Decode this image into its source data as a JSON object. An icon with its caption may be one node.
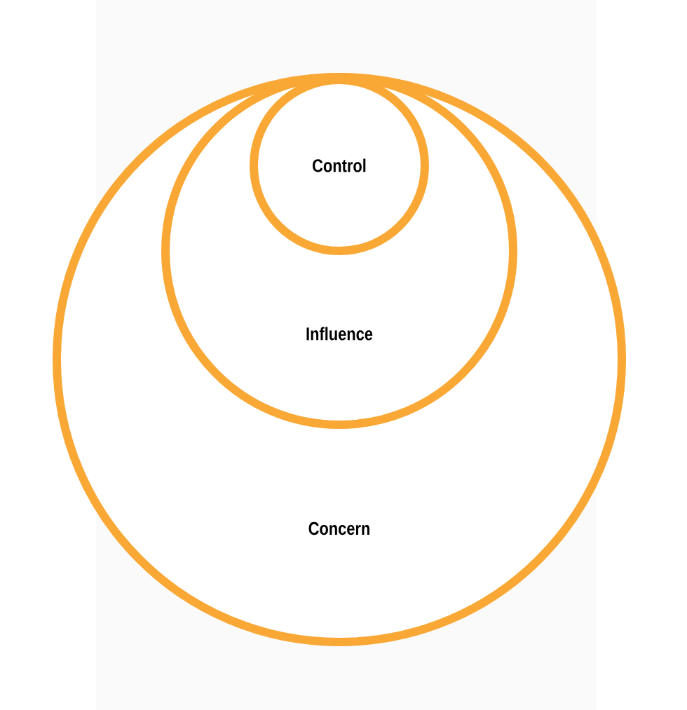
{
  "diagram": {
    "nodes": [
      {
        "text": [
          "Concern"
        ]
      },
      {
        "text": [
          "Influence"
        ],
        "in": 0
      },
      {
        "text": [
          "Control"
        ],
        "in": 1
      }
    ]
  }
}
